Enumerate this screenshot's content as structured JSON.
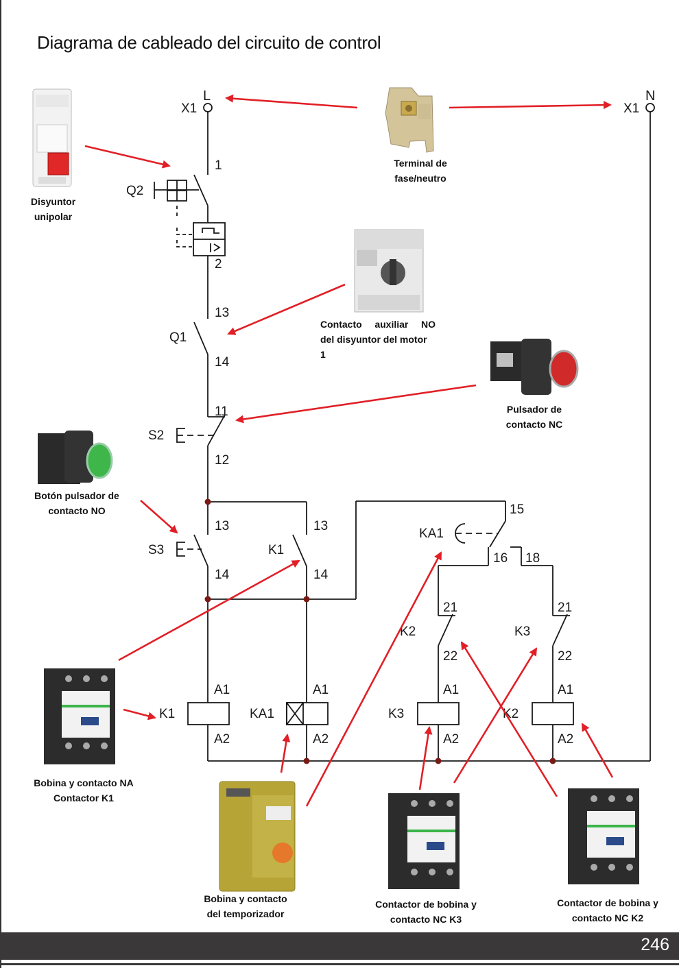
{
  "page": {
    "title": "Diagrama de cableado del circuito de control",
    "page_number": "246"
  },
  "colors": {
    "wire": "#1a1a1a",
    "arrow": "#e11f26",
    "node": "#7a1a14",
    "footer": "#3a3838"
  },
  "terminals": {
    "phase": "L",
    "neutral": "N",
    "terminal_label": "X1"
  },
  "devices": {
    "q2": "Q2",
    "q1": "Q1",
    "s2": "S2",
    "s3": "S3",
    "k1": "K1",
    "ka1": "KA1",
    "k2": "K2",
    "k3": "K3"
  },
  "pins": {
    "q2_top": "1",
    "q2_bottom": "2",
    "q1_top": "13",
    "q1_bottom": "14",
    "s2_top": "11",
    "s2_bottom": "12",
    "s3_top": "13",
    "s3_bottom": "14",
    "k1_top": "13",
    "k1_bottom": "14",
    "ka1_common": "15",
    "ka1_nc": "16",
    "ka1_no": "18",
    "k2_top": "21",
    "k2_bottom": "22",
    "k3_top": "21",
    "k3_bottom": "22",
    "coil_a1": "A1",
    "coil_a2": "A2"
  },
  "captions": {
    "terminal": [
      "Terminal de",
      "fase/neutro"
    ],
    "breaker": [
      "Disyuntor",
      "unipolar"
    ],
    "aux_contact": [
      "Contacto auxiliar NO",
      "del disyuntor del motor",
      "1"
    ],
    "nc_button": [
      "Pulsador de",
      "contacto NC"
    ],
    "no_button": [
      "Botón pulsador de",
      "contacto NO"
    ],
    "k1_contactor": [
      "Bobina y contacto NA",
      "Contactor K1"
    ],
    "timer": [
      "Bobina y contacto",
      "del temporizador"
    ],
    "k3_contactor": [
      "Contactor de bobina y",
      "contacto NC K3"
    ],
    "k2_contactor": [
      "Contactor de bobina y",
      "contacto NC K2"
    ]
  },
  "icons": {
    "breaker": "breaker-icon",
    "terminal_block": "terminal-block-icon",
    "motor_breaker": "motor-breaker-icon",
    "red_button": "red-pushbutton-icon",
    "green_button": "green-pushbutton-icon",
    "contactor": "contactor-icon",
    "timer": "timer-relay-icon"
  }
}
